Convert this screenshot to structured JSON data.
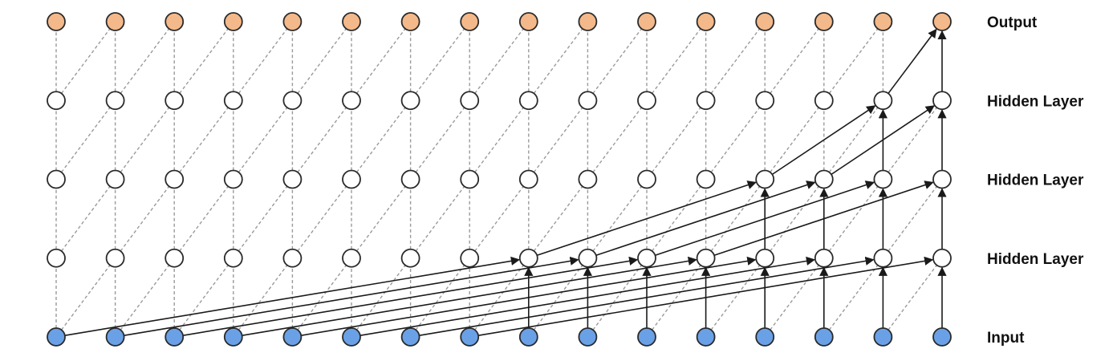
{
  "diagram": {
    "layers": [
      {
        "label": "Output",
        "kind": "output",
        "color": "#f4b98a"
      },
      {
        "label": "Hidden Layer",
        "kind": "hidden",
        "color": "#ffffff"
      },
      {
        "label": "Hidden Layer",
        "kind": "hidden",
        "color": "#ffffff"
      },
      {
        "label": "Hidden Layer",
        "kind": "hidden",
        "color": "#ffffff"
      },
      {
        "label": "Input",
        "kind": "input",
        "color": "#6aa1e6"
      }
    ],
    "timesteps": 16,
    "connections": {
      "vertical_same_timestep": true,
      "diagonal_from_previous_timestep": true,
      "highlighted_output_timestep": 16,
      "style_default": "dashed",
      "style_highlighted": "solid-arrow"
    },
    "colors": {
      "dashed_edge": "#9a9a9a",
      "solid_edge": "#1a1a1a",
      "node_stroke": "#2a2a2a"
    }
  }
}
